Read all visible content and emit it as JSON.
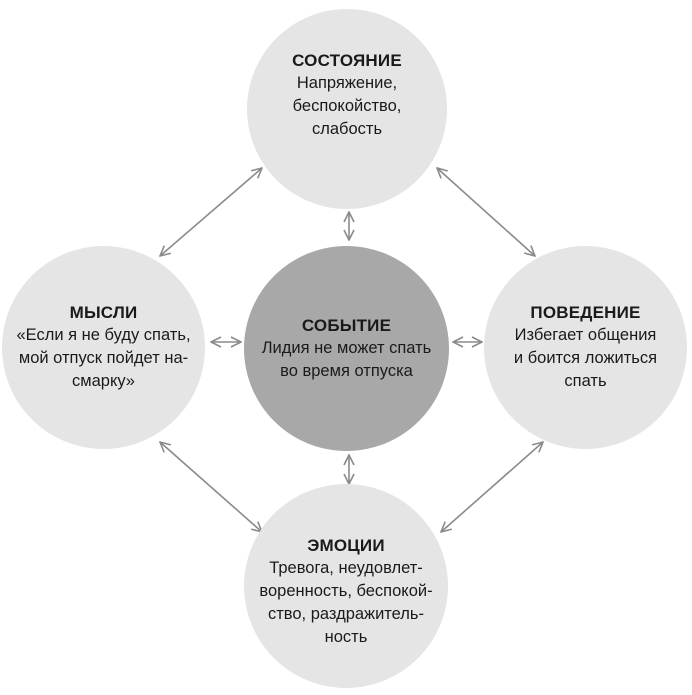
{
  "nodes": {
    "state": {
      "title": "СОСТОЯНИЕ",
      "lines": [
        "Напряжение,",
        "беспокойство,",
        "слабость"
      ]
    },
    "thoughts": {
      "title": "МЫСЛИ",
      "lines": [
        "«Если я не буду спать,",
        "мой отпуск пойдет на-",
        "смарку»"
      ]
    },
    "event": {
      "title": "СОБЫТИЕ",
      "lines": [
        "Лидия не может спать",
        "во время отпуска"
      ]
    },
    "behavior": {
      "title": "ПОВЕДЕНИЕ",
      "lines": [
        "Избегает общения",
        "и боится ложиться",
        "спать"
      ]
    },
    "emotions": {
      "title": "ЭМОЦИИ",
      "lines": [
        "Тревога, неудовлет-",
        "воренность, беспокой-",
        "ство, раздражитель-",
        "ность"
      ]
    }
  },
  "colors": {
    "outer_node": "#e5e5e5",
    "center_node": "#a8a8a8",
    "arrow": "#8a8a8a",
    "text": "#1a1a1a"
  }
}
